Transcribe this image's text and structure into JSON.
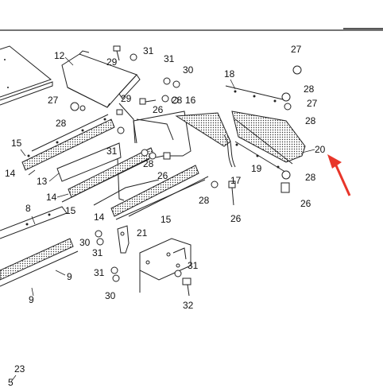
{
  "callouts": {
    "c_12": "12",
    "c_29a": "29",
    "c_31a": "31",
    "c_31b": "31",
    "c_30a": "30",
    "c_27a": "27",
    "c_18": "18",
    "c_28a": "28",
    "c_27b": "27",
    "c_28b": "28",
    "c_27c": "27",
    "c_29b": "29",
    "c_26a": "26",
    "c_28c": "28",
    "c_16": "16",
    "c_28d": "28",
    "c_15a": "15",
    "c_31c": "31",
    "c_14a": "14",
    "c_13": "13",
    "c_28e": "28",
    "c_26b": "26",
    "c_17": "17",
    "c_19": "19",
    "c_20": "20",
    "c_28f": "28",
    "c_14b": "14",
    "c_15b": "15",
    "c_26c": "26",
    "c_28g": "28",
    "c_26d": "26",
    "c_8": "8",
    "c_14c": "14",
    "c_15c": "15",
    "c_21": "21",
    "c_30b": "30",
    "c_31d": "31",
    "c_9a": "9",
    "c_31e": "31",
    "c_31f": "31",
    "c_9b": "9",
    "c_30c": "30",
    "c_32": "32",
    "c_23": "23",
    "c_5": "5"
  },
  "colors": {
    "line": "#222222",
    "pointer_arrow": "#e8362a"
  }
}
